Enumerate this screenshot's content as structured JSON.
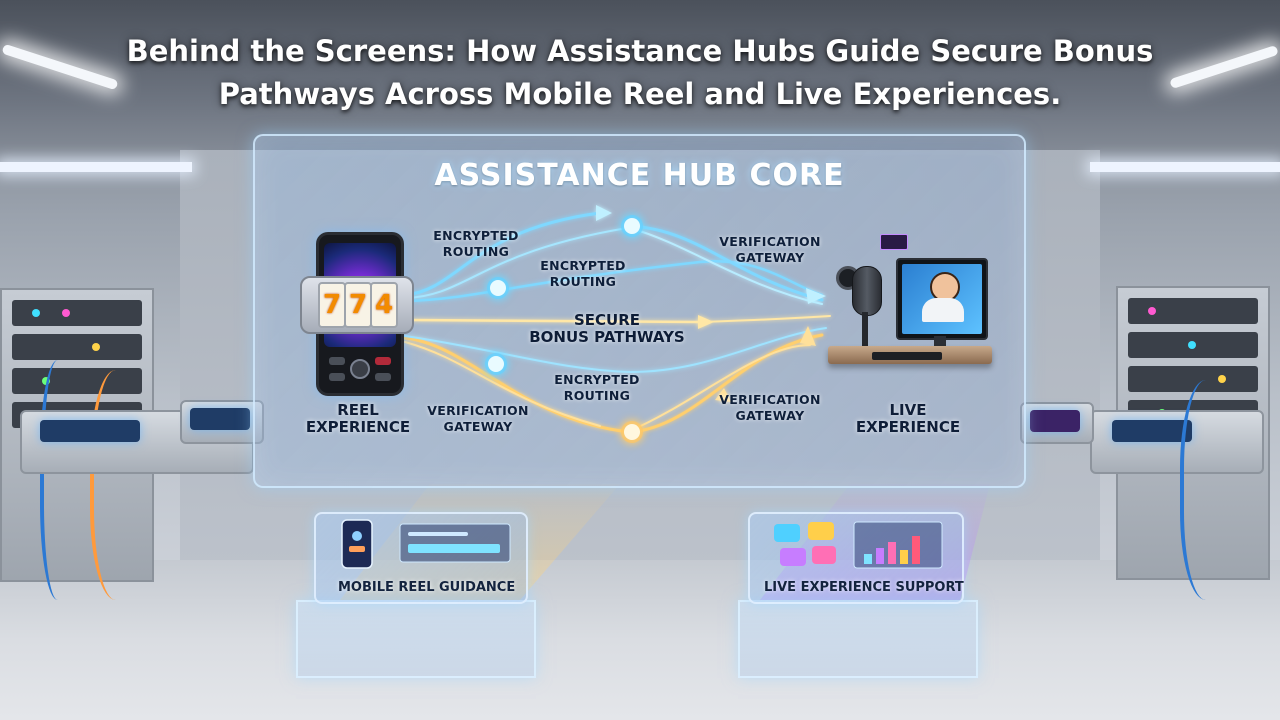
{
  "title": {
    "line1": "Behind the Screens: How Assistance Hubs Guide Secure Bonus",
    "line2": "Pathways Across Mobile Reel and Live Experiences."
  },
  "hub": {
    "title": "ASSISTANCE HUB CORE",
    "reel_slot_digits": [
      "7",
      "7",
      "4"
    ],
    "left_label": {
      "line1": "REEL",
      "line2": "EXPERIENCE"
    },
    "right_label": {
      "line1": "LIVE",
      "line2": "EXPERIENCE"
    },
    "flow_labels": {
      "encrypted_routing_1": {
        "line1": "ENCRYPTED",
        "line2": "ROUTING"
      },
      "encrypted_routing_2": {
        "line1": "ENCRYPTED",
        "line2": "ROUTING"
      },
      "encrypted_routing_3": {
        "line1": "ENCRYPTED",
        "line2": "ROUTING"
      },
      "verification_gateway_top": {
        "line1": "VERIFICATION",
        "line2": "GATEWAY"
      },
      "verification_gateway_bottom_left": {
        "line1": "VERIFICATION",
        "line2": "GATEWAY"
      },
      "verification_gateway_bottom_right": {
        "line1": "VERIFICATION",
        "line2": "GATEWAY"
      },
      "secure_bonus": {
        "line1": "SECURE",
        "line2": "BONUS PATHWAYS"
      }
    }
  },
  "mini_panels": {
    "left": {
      "label": "MOBILE REEL GUIDANCE"
    },
    "right": {
      "label": "LIVE EXPERIENCE SUPPORT"
    }
  },
  "colors": {
    "flow_blue": "#7fd8ff",
    "flow_gold": "#ffcf6e",
    "panel_border": "#d2ebff",
    "title_text": "#ffffff"
  }
}
